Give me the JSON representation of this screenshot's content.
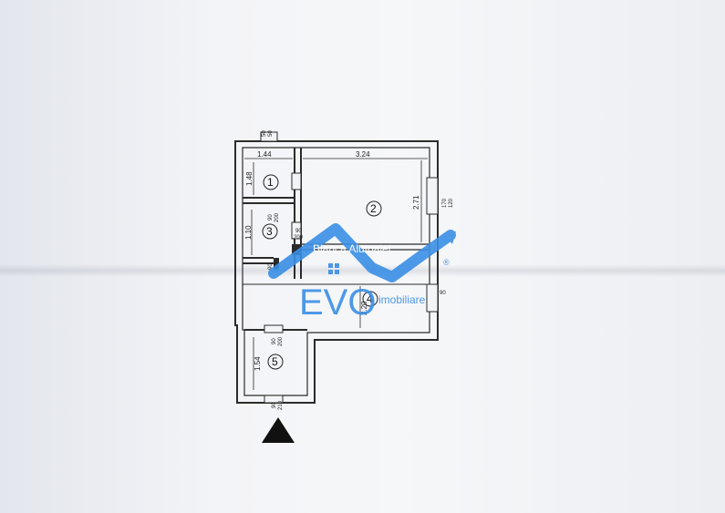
{
  "plan": {
    "dimensions": {
      "top_left_width": "1.44",
      "top_right_width": "3.24",
      "room1_height": "1.48",
      "room3_height": "1.10",
      "room2_height": "2.71",
      "room5_height": "1.54",
      "room4_height": "2.20",
      "window_right": "170",
      "window_right_sub": "120",
      "window_top": "50",
      "window_top_sub": "50",
      "window_lower": "90"
    },
    "doors": {
      "room1": [
        "90",
        "200"
      ],
      "room3": [
        "90",
        "200"
      ],
      "hall": [
        "90",
        "200"
      ],
      "room5": [
        "90",
        "200"
      ],
      "entrance": [
        "90",
        "210"
      ]
    },
    "rooms": [
      "1",
      "2",
      "3",
      "4",
      "5"
    ]
  },
  "watermark": {
    "brand": "EVO",
    "tagline": "imobiliare",
    "agent": "Bianca Alutoaiei",
    "registered": "®",
    "accent": "#3a8fe6"
  },
  "north_arrow": "entrance-arrow"
}
